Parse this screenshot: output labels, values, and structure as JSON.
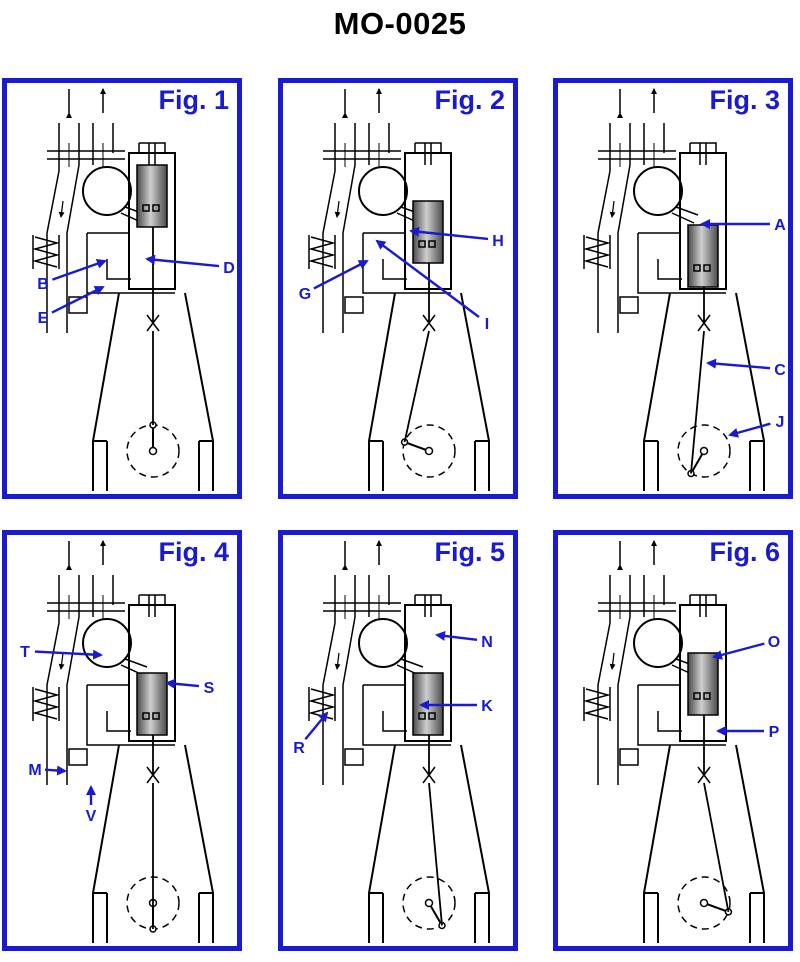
{
  "title": "MO-0025",
  "colors": {
    "frame": "#1a1ad0",
    "label": "#1a1ad0",
    "line": "#000000",
    "piston_dark": "#4a4a4a",
    "piston_light": "#cfcfcf"
  },
  "figures": [
    {
      "label": "Fig. 1",
      "callouts": [
        "B",
        "E",
        "D"
      ]
    },
    {
      "label": "Fig. 2",
      "callouts": [
        "H",
        "G",
        "I"
      ]
    },
    {
      "label": "Fig. 3",
      "callouts": [
        "A",
        "C",
        "J"
      ]
    },
    {
      "label": "Fig. 4",
      "callouts": [
        "T",
        "S",
        "M",
        "V"
      ]
    },
    {
      "label": "Fig. 5",
      "callouts": [
        "N",
        "K",
        "R"
      ]
    },
    {
      "label": "Fig. 6",
      "callouts": [
        "O",
        "P"
      ]
    }
  ]
}
